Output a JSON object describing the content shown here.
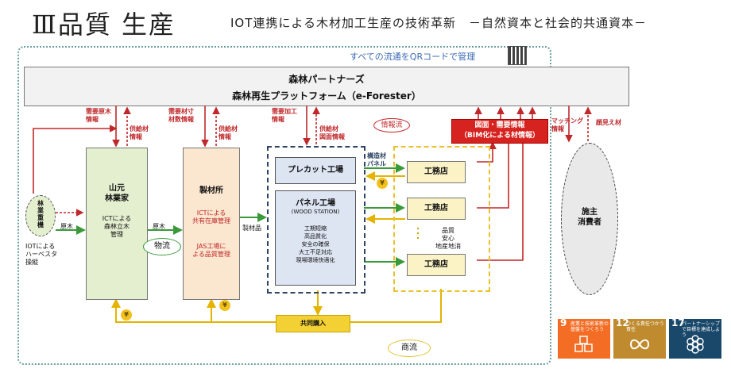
{
  "header": {
    "title": "Ⅲ品質 生産",
    "subtitle": "IOT連携による木材加工生産の技術革新　－自然資本と社会的共通資本－"
  },
  "qr_note": "すべての流通をQRコードで管理",
  "platform": {
    "line1": "森林パートナーズ",
    "line2": "森林再生プラットフォーム（e-Forester）"
  },
  "flow_labels": {
    "demand_raw": "需要原木\n情報",
    "supply_1": "供給材\n情報",
    "demand_lumber": "需要材寸\n材数情報",
    "supply_2": "供給材\n情報",
    "demand_processing": "需要加工\n情報",
    "supply_3": "供給材\n図面情報",
    "info_flow": "情報流",
    "matching": "マッチング\n情報",
    "visible_timber": "顔見え材",
    "structural_panel": "構造材\nパネル",
    "raw_wood_1": "原木",
    "raw_wood_2": "原木",
    "lumber": "製材品",
    "logistics": "物流",
    "quality": "品質\n安心\n地産地消",
    "joint_purchase": "共同購入",
    "commerce": "商流",
    "yen": "¥"
  },
  "bim_box": {
    "line1": "図面・需要情報",
    "line2": "（BIM化による材情報）"
  },
  "nodes": {
    "machine": {
      "label": "林\n業\n重\n機",
      "note": "IOTによる\nハーベスタ\n操縦"
    },
    "forest": {
      "title": "山元\n林業家",
      "note": "ICTによる\n森林立木\n管理"
    },
    "sawmill": {
      "title": "製材所",
      "note1": "ICTによる\n共有在庫管理",
      "note2": "JAS工場に\nよる品質管理"
    },
    "precut": {
      "title": "プレカット工場"
    },
    "panel": {
      "title": "パネル工場",
      "sub": "(WOOD STATION)",
      "notes": "工期短縮\n高品質化\n安全の確保\n大工不足対応\n現場環境快適化"
    },
    "shops": [
      "工務店",
      "工務店",
      "工務店"
    ],
    "consumer": {
      "title": "施主\n消費者"
    }
  },
  "sdgs": [
    {
      "num": "9",
      "text": "産業と技術革新の基盤をつくろう",
      "color": "#f36d25"
    },
    {
      "num": "12",
      "text": "つくる責任つかう責任",
      "color": "#bf8b2e"
    },
    {
      "num": "17",
      "text": "パートナーシップで目標を達成しよう",
      "color": "#19486a"
    }
  ]
}
